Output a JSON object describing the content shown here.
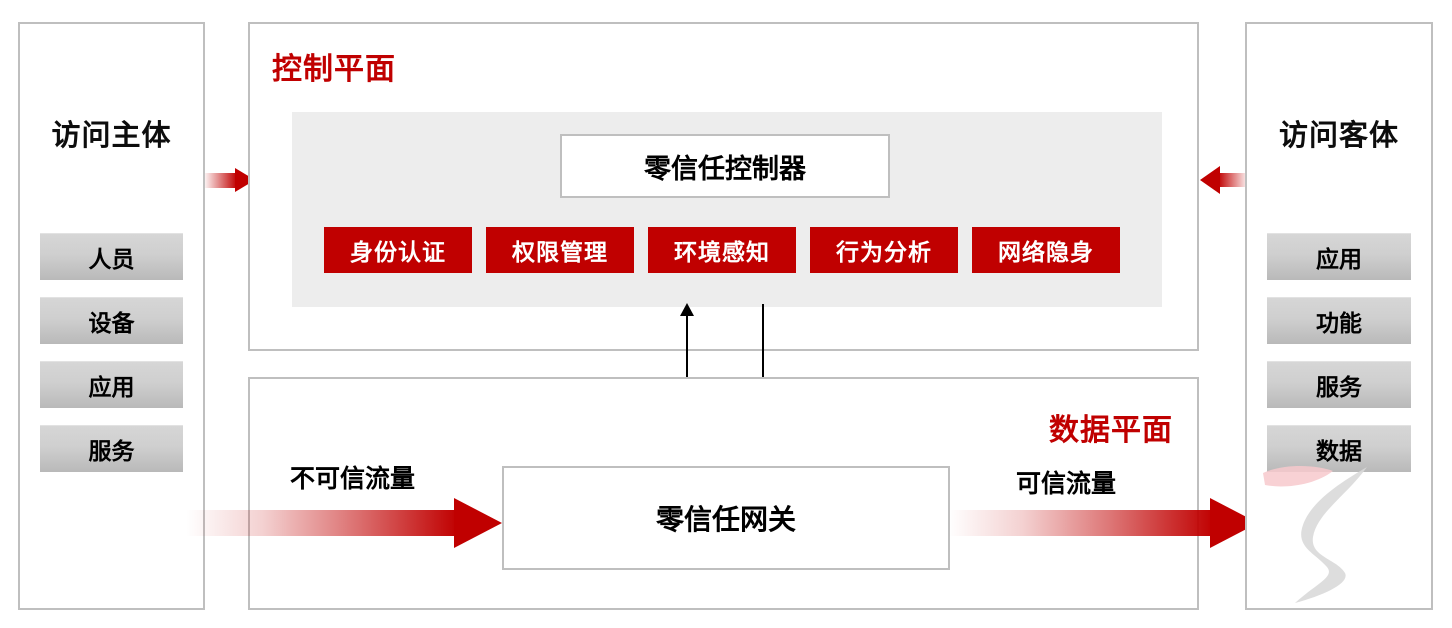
{
  "diagram": {
    "title_colors": {
      "accent_red": "#C00000",
      "chip_gray": "#CCCCCC",
      "panel_border": "#BFBFBF",
      "inner_panel": "#EDEDED"
    }
  },
  "subject_panel": {
    "title": "访问主体",
    "chips": [
      {
        "label": "人员"
      },
      {
        "label": "设备"
      },
      {
        "label": "应用"
      },
      {
        "label": "服务"
      }
    ]
  },
  "object_panel": {
    "title": "访问客体",
    "chips": [
      {
        "label": "应用"
      },
      {
        "label": "功能"
      },
      {
        "label": "服务"
      },
      {
        "label": "数据"
      }
    ]
  },
  "control_plane": {
    "title": "控制平面",
    "controller": "零信任控制器",
    "capabilities": [
      {
        "label": "身份认证"
      },
      {
        "label": "权限管理"
      },
      {
        "label": "环境感知"
      },
      {
        "label": "行为分析"
      },
      {
        "label": "网络隐身"
      }
    ]
  },
  "data_plane": {
    "title": "数据平面",
    "gateway": "零信任网关",
    "untrusted_traffic_label": "不可信流量",
    "trusted_traffic_label": "可信流量"
  }
}
